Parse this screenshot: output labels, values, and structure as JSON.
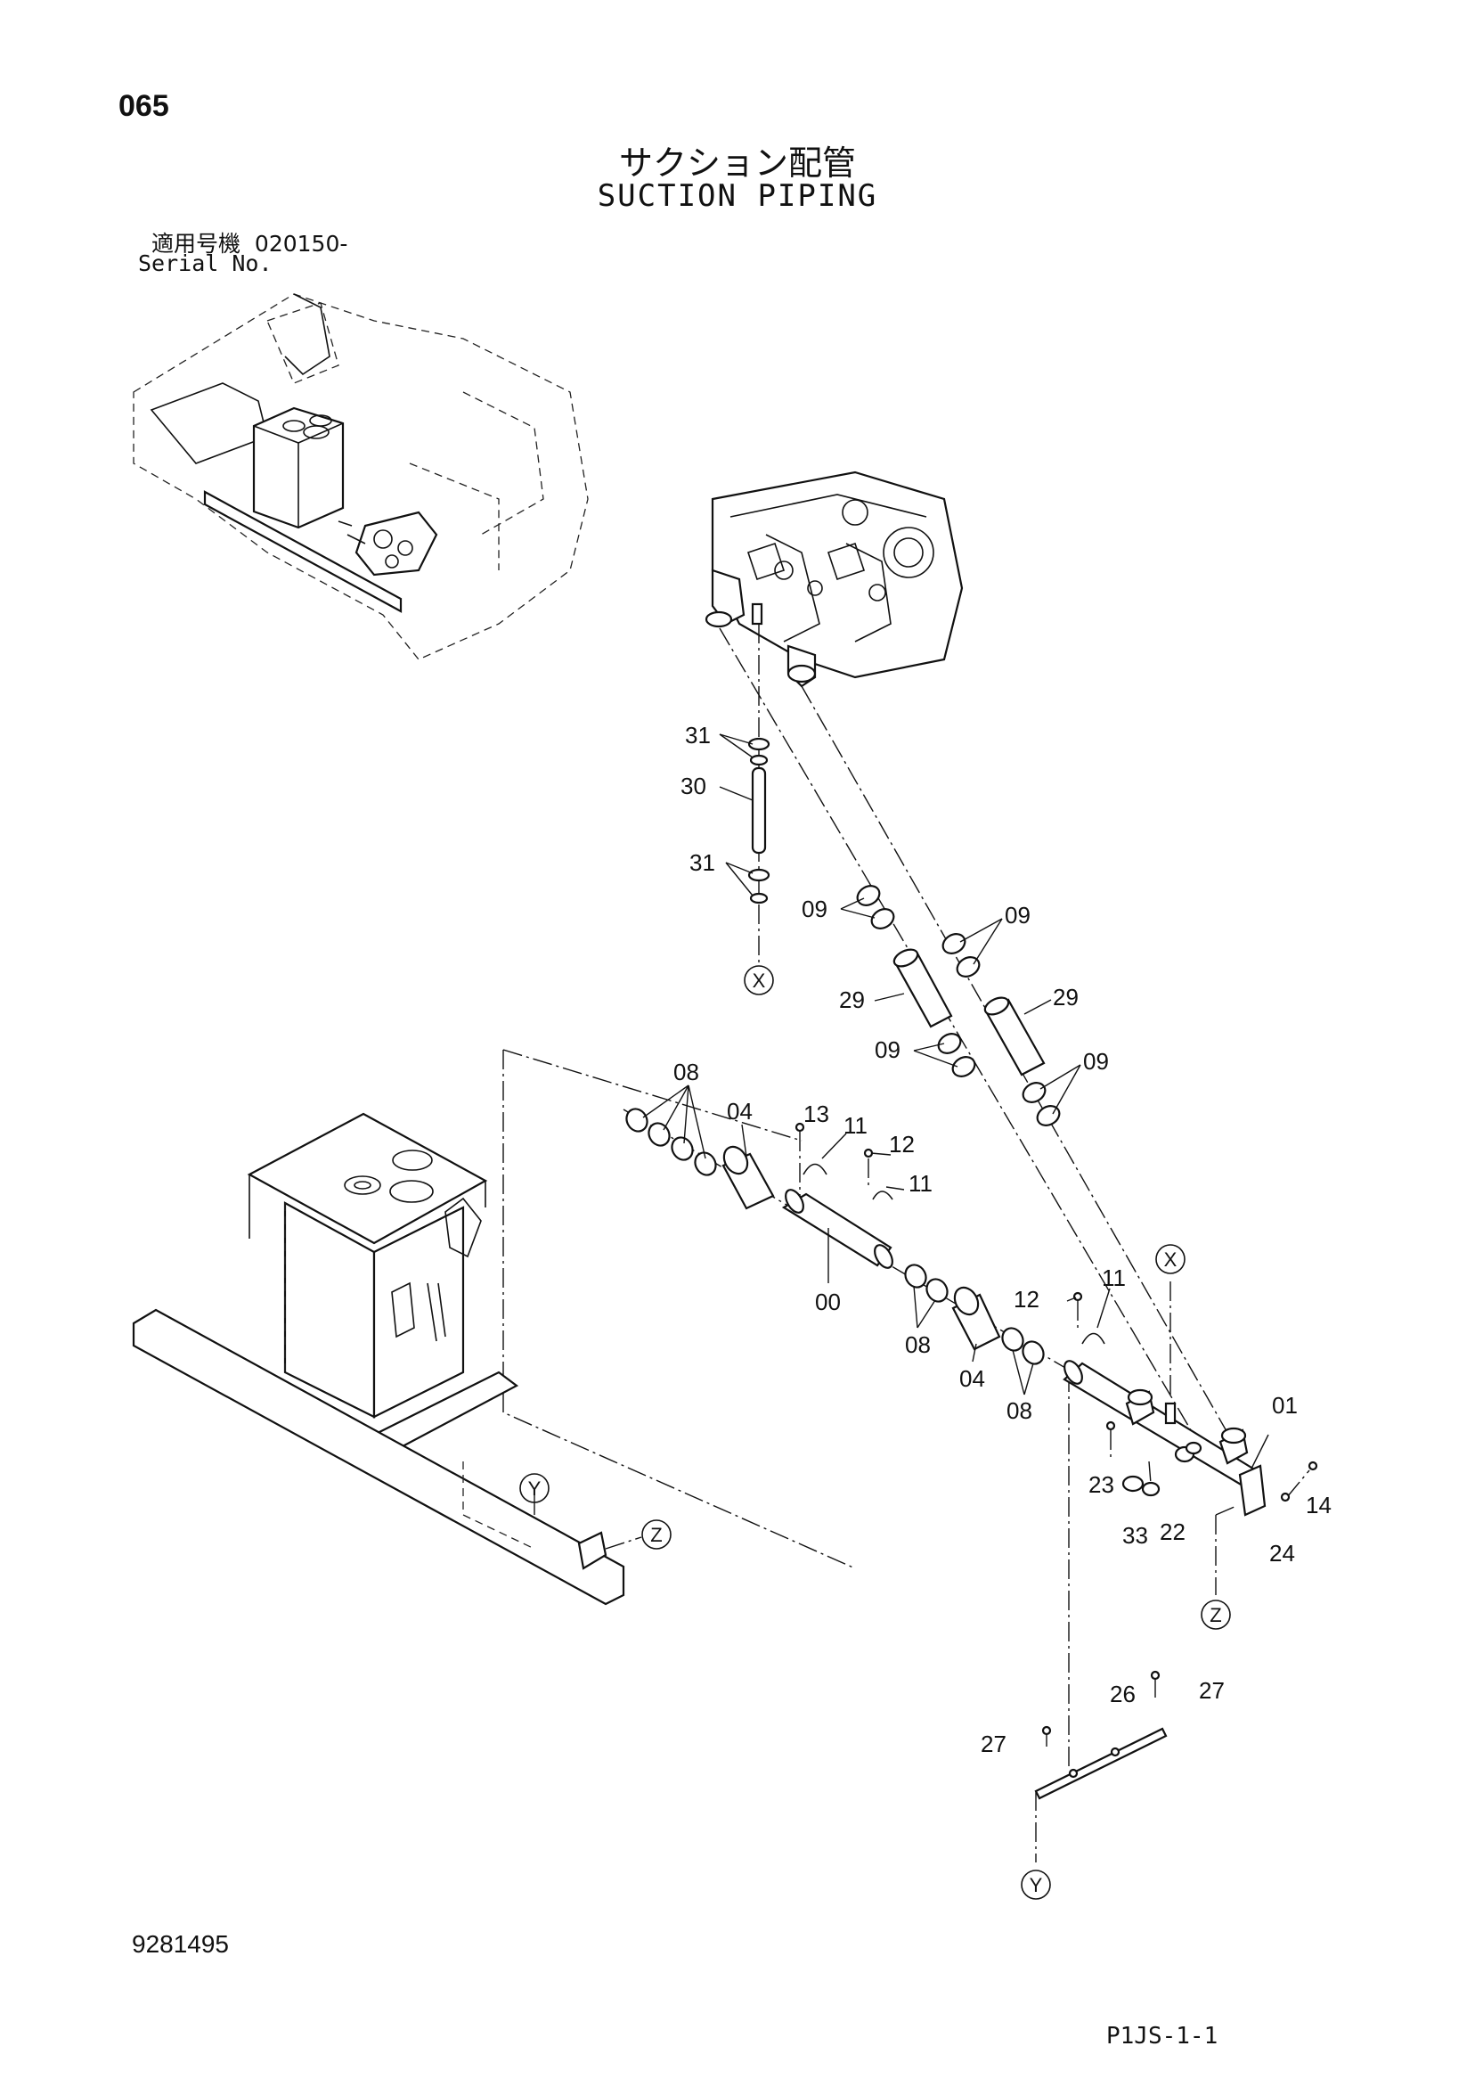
{
  "page": {
    "page_number": "065",
    "title_jp": "サクション配管",
    "title_en": "SUCTION PIPING",
    "serial_label_jp": "適用号機",
    "serial_value": "020150-",
    "serial_label_en": "Serial No.",
    "doc_number": "9281495",
    "page_code": "P1JS-1-1"
  },
  "reference_markers": {
    "x": "X",
    "y": "Y",
    "z": "Z"
  },
  "part_callouts": {
    "p00": "00",
    "p01": "01",
    "p04": "04",
    "p08": "08",
    "p09": "09",
    "p11": "11",
    "p12": "12",
    "p13": "13",
    "p14": "14",
    "p22": "22",
    "p23": "23",
    "p24": "24",
    "p26": "26",
    "p27": "27",
    "p29": "29",
    "p30": "30",
    "p31": "31",
    "p33": "33"
  }
}
